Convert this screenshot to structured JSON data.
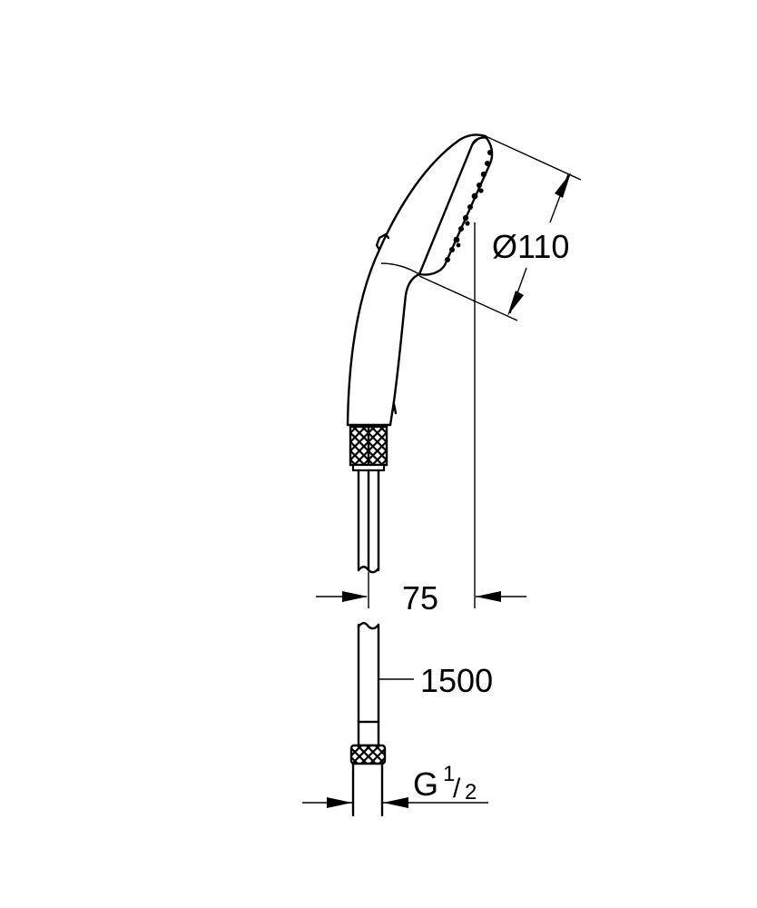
{
  "drawing": {
    "subject": "hand shower with hose",
    "dimensions": {
      "head_diameter": {
        "symbol": "Ø",
        "value": "110"
      },
      "width": {
        "value": "75"
      },
      "hose_length": {
        "value": "1500"
      },
      "connection_thread": {
        "letter": "G",
        "numerator": "1",
        "denominator": "2"
      }
    },
    "colors": {
      "line": "#000000",
      "background": "#ffffff"
    }
  }
}
